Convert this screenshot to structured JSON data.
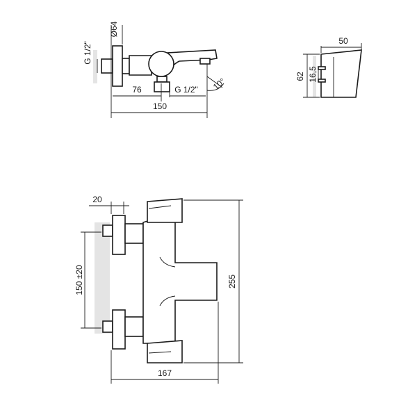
{
  "labels": {
    "side_g_half_vertical": "G 1/2\"",
    "side_diameter": "Ø64",
    "side_dim_76": "76",
    "side_g_half_bottom": "G 1/2\"",
    "side_angle": "10°",
    "side_dim_150": "150",
    "holder_dim_50": "50",
    "holder_dim_62": "62",
    "holder_dim_16_5": "16,5",
    "front_dim_20": "20",
    "front_dim_150_20": "150 ±20",
    "front_dim_255": "255",
    "front_dim_167": "167"
  }
}
